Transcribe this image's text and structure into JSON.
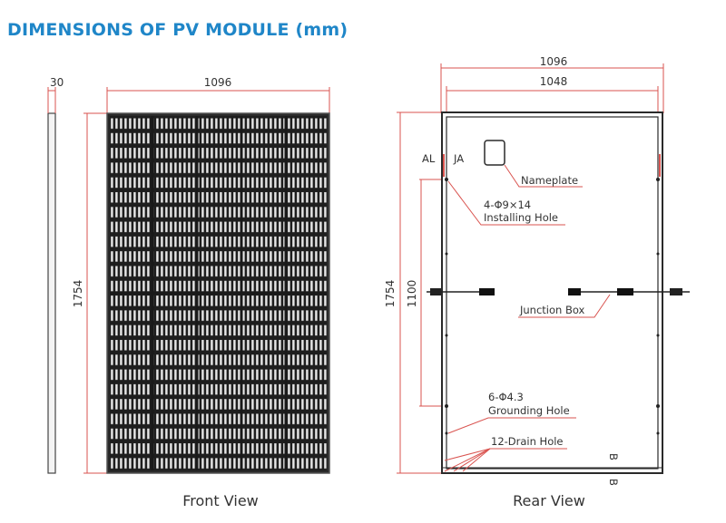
{
  "title": "DIMENSIONS OF PV MODULE (mm)",
  "front": {
    "thickness": "30",
    "width": "1096",
    "height": "1754",
    "view_label": "Front View"
  },
  "rear": {
    "width_outer": "1096",
    "width_inner": "1048",
    "height": "1754",
    "hole_spacing": "1100",
    "section_a_left": "AL",
    "section_a_right": "JA",
    "section_b_top": "B",
    "section_b_bottom": "B",
    "nameplate": "Nameplate",
    "installing_hole_spec": "4-Φ9×14",
    "installing_hole": "Installing Hole",
    "junction_box": "Junction Box",
    "grounding_hole_spec": "6-Φ4.3",
    "grounding_hole": "Grounding Hole",
    "drain_hole": "12-Drain Hole",
    "view_label": "Rear View"
  },
  "colors": {
    "title": "#1f86c8",
    "dimension": "#d9534f",
    "frame": "#2a2a2a"
  }
}
